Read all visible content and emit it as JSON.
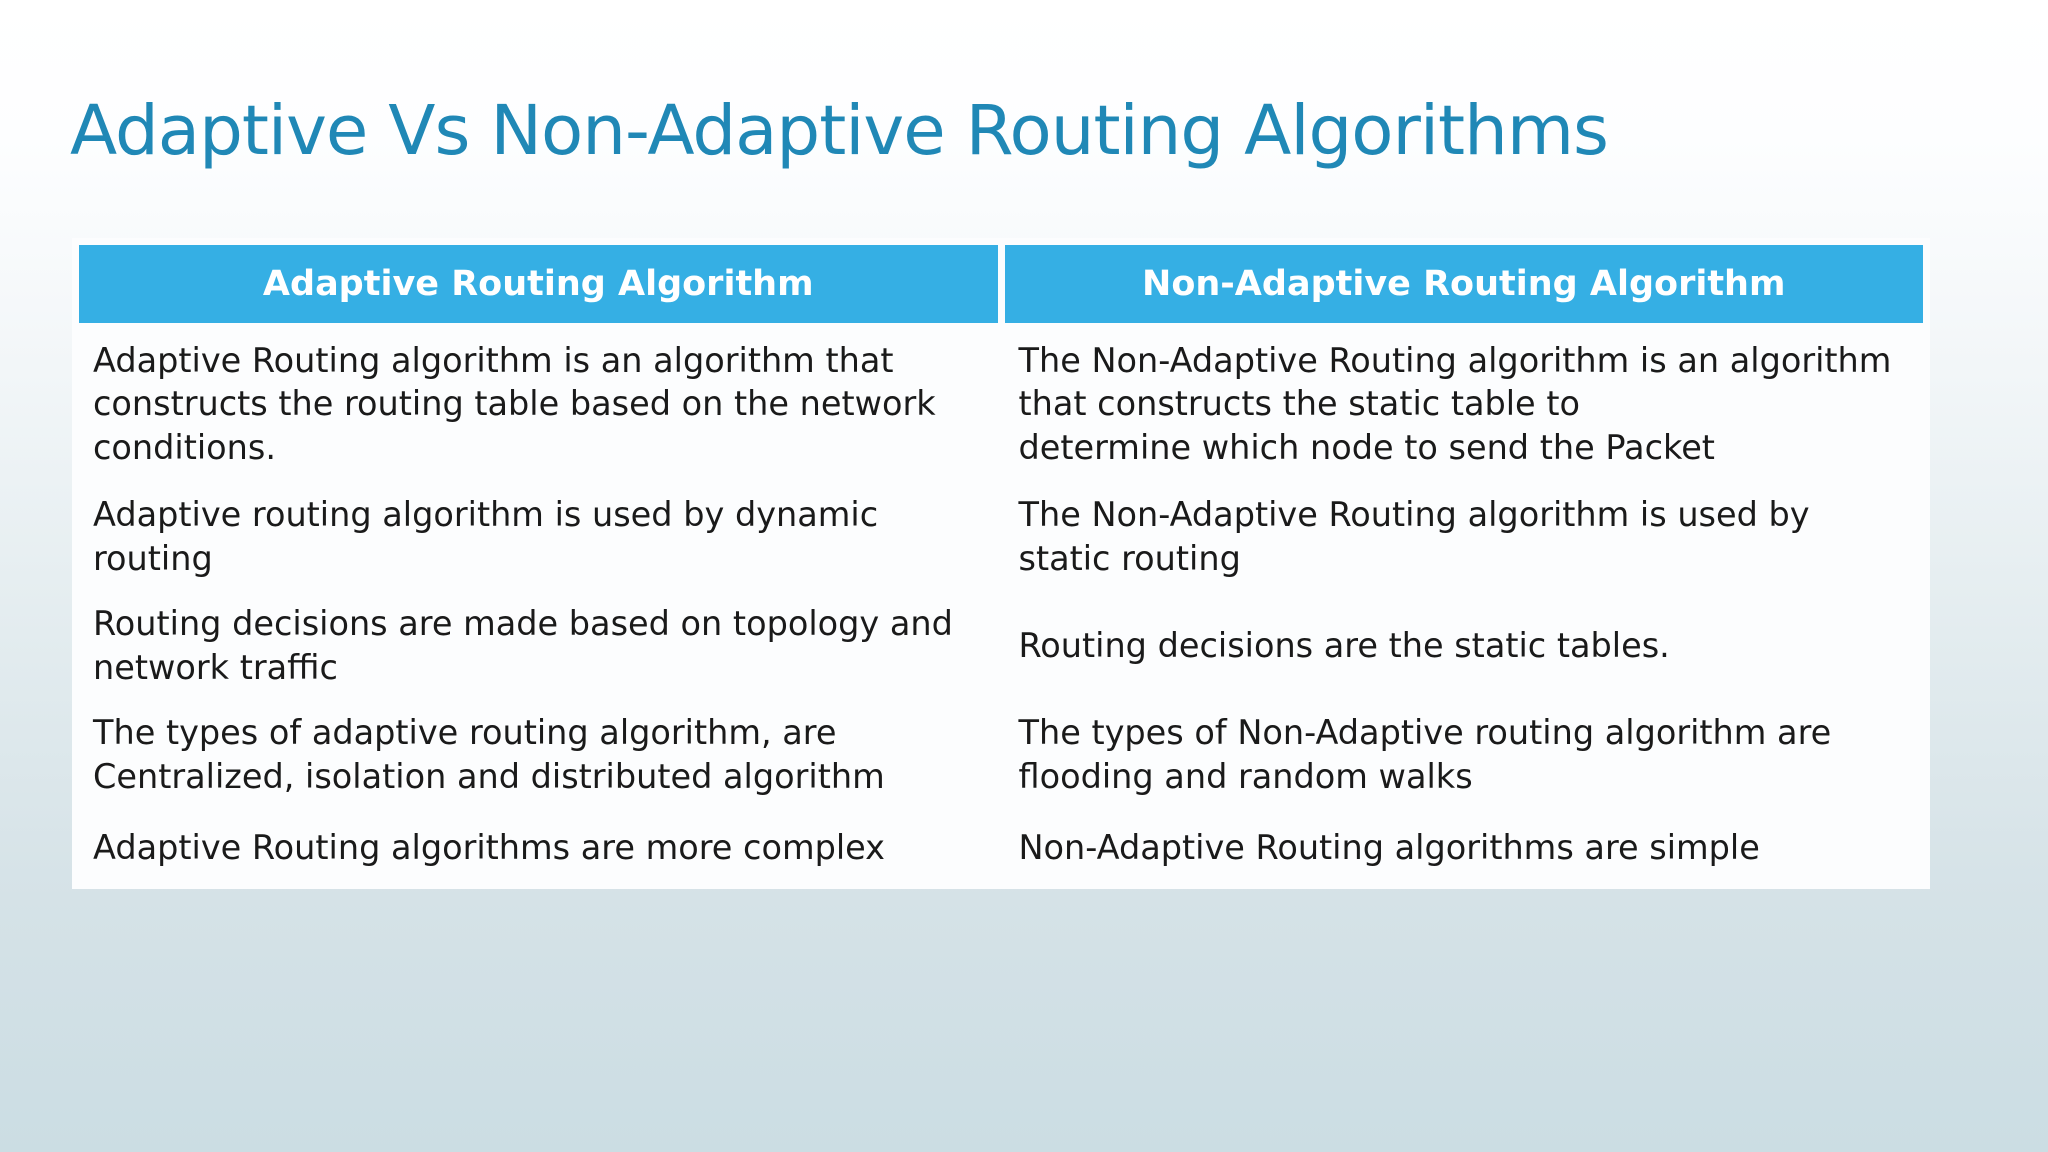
{
  "slide": {
    "title": "Adaptive Vs Non-Adaptive Routing Algorithms"
  },
  "table": {
    "headers": [
      "Adaptive Routing Algorithm",
      "Non-Adaptive Routing Algorithm"
    ],
    "rows": [
      [
        "Adaptive Routing algorithm is an algorithm that constructs the routing table based on the network conditions.",
        "The Non-Adaptive Routing algorithm is an algorithm that constructs the static table to\ndetermine which node to send the Packet"
      ],
      [
        "Adaptive routing algorithm is used by dynamic routing",
        "The Non-Adaptive Routing algorithm is used by static routing"
      ],
      [
        "Routing decisions are made based on topology and network traffic",
        "Routing decisions are the static tables."
      ],
      [
        "The types of adaptive routing algorithm, are Centralized, isolation and distributed algorithm",
        "The types of Non-Adaptive routing  algorithm are flooding and random walks"
      ],
      [
        "Adaptive Routing algorithms are more complex",
        "Non-Adaptive Routing algorithms are simple"
      ]
    ]
  },
  "colors": {
    "title": "#2088b6",
    "header_bg": "#35afe4",
    "header_text": "#ffffff",
    "row_dark": "#d1e3f2",
    "row_light": "#e9f1f9",
    "table_frame": "#fcfdfe",
    "body_text": "#1a1a1a"
  }
}
